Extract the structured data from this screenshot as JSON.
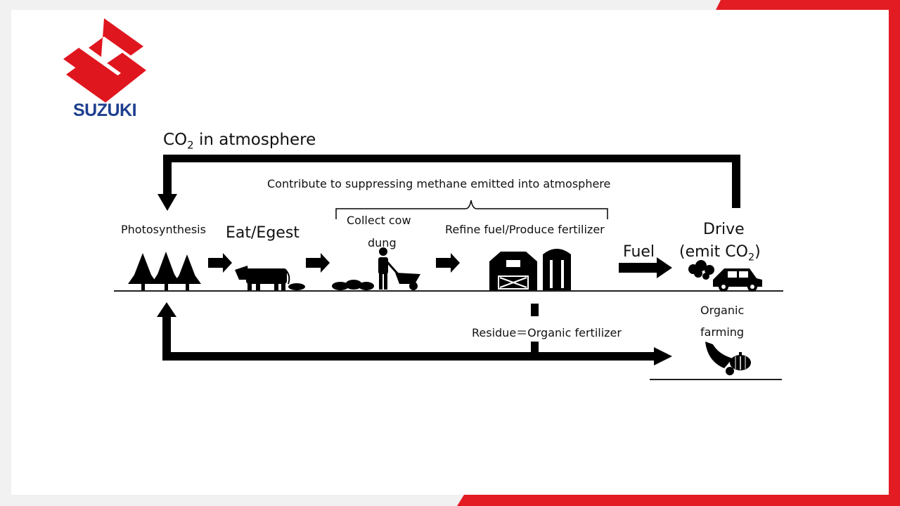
{
  "logo": {
    "text": "SUZUKI",
    "mark_color": "#e0161f",
    "text_color": "#1e3f8e"
  },
  "accent_color": "#e31b23",
  "labels": {
    "co2_atmosphere": {
      "main": "CO",
      "sub": "2",
      "rest": " in atmosphere"
    },
    "methane": "Contribute to suppressing  methane emitted into atmosphere",
    "photosynthesis": "Photosynthesis",
    "eat_egest": "Eat/Egest",
    "collect_line1": "Collect cow",
    "collect_line2": "dung",
    "refine": "Refine fuel/Produce fertilizer",
    "fuel": "Fuel",
    "drive_line1": "Drive",
    "drive_line2_pre": "(emit CO",
    "drive_line2_sub": "2",
    "drive_line2_post": ")",
    "residue": "Residue＝Organic  fertilizer",
    "organic_line1": "Organic",
    "organic_line2": "farming"
  },
  "icons": [
    "trees-icon",
    "cow-icon",
    "dung-pile-icon",
    "farmer-wheelbarrow-icon",
    "barn-icon",
    "silo-icon",
    "car-icon",
    "exhaust-cloud-icon",
    "cornucopia-icon"
  ]
}
